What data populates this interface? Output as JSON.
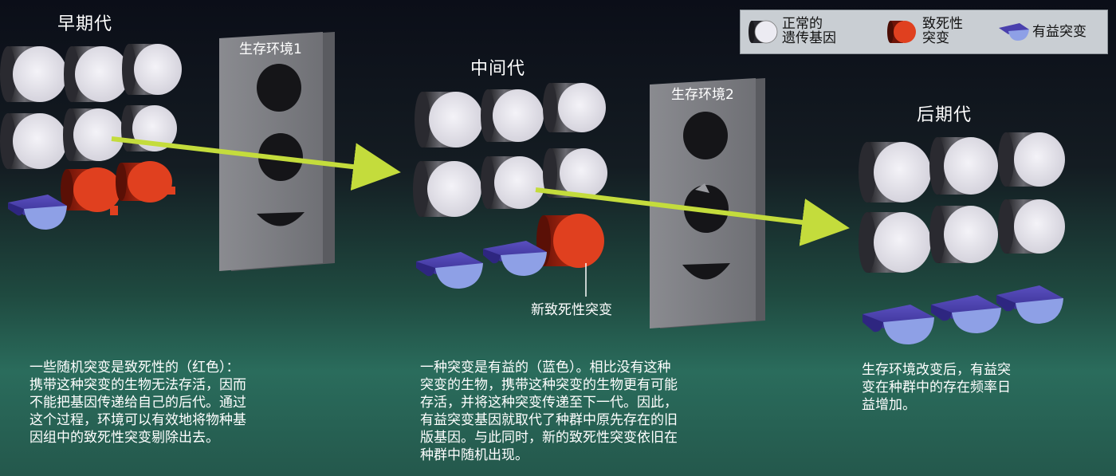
{
  "generations": {
    "early": "早期代",
    "middle": "中间代",
    "late": "后期代"
  },
  "environments": {
    "env1": "生存环境1",
    "env2": "生存环境2"
  },
  "legend": {
    "normal_line1": "正常的",
    "normal_line2": "遗传基因",
    "lethal_line1": "致死性",
    "lethal_line2": "突变",
    "beneficial": "有益突变"
  },
  "new_lethal_label": "新致死性突变",
  "captions": {
    "early": [
      "一些随机突变是致死性的（红色）：",
      "携带这种突变的生物无法存活，因而",
      "不能把基因传递给自己的后代。通过",
      "这个过程，环境可以有效地将物种基",
      "因组中的致死性突变剔除出去。"
    ],
    "middle": [
      "一种突变是有益的（蓝色）。相比没有这种",
      "突变的生物，携带这种突变的生物更有可能",
      "存活，并将这种突变传递至下一代。因此，",
      "有益突变基因就取代了种群中原先存在的旧",
      "版基因。与此同时，新的致死性突变依旧在",
      "种群中随机出现。"
    ],
    "late": [
      "生存环境改变后，有益突",
      "变在种群中的存在频率日",
      "益增加。"
    ]
  },
  "colors": {
    "normal_gene": "#e6e4ec",
    "lethal_mutation": "#e0401f",
    "beneficial_mutation": "#8ea0e6",
    "arrow": "#c4dc3c",
    "plate": "#7e7f84"
  },
  "icons": [
    "normal-gene-icon",
    "lethal-mutation-icon",
    "beneficial-mutation-icon",
    "arrow-icon"
  ]
}
